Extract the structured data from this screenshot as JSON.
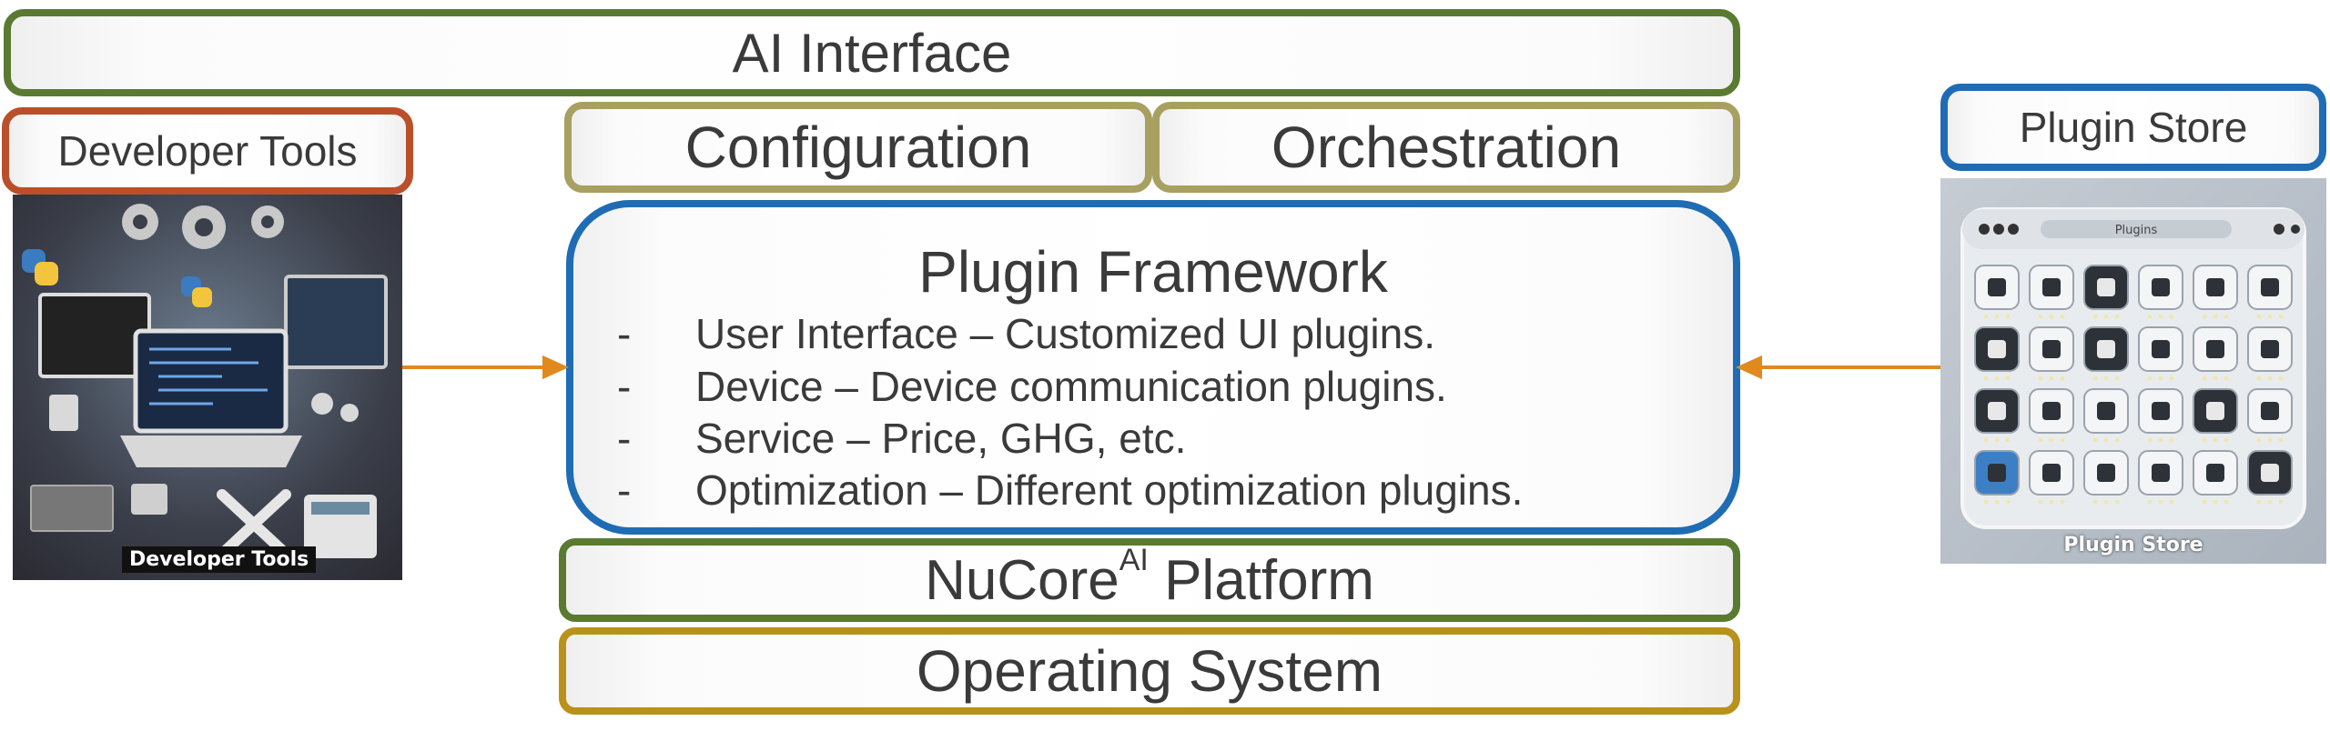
{
  "ai_interface": "AI Interface",
  "developer_tools": {
    "label": "Developer Tools",
    "image_caption": "Developer Tools"
  },
  "configuration": "Configuration",
  "orchestration": "Orchestration",
  "plugin_store": {
    "label": "Plugin Store",
    "image_caption": "Plugin Store",
    "window_title": "Plugins"
  },
  "plugin_framework": {
    "title": "Plugin Framework",
    "items": [
      {
        "dash": "-",
        "text": "User Interface – Customized UI plugins."
      },
      {
        "dash": "-",
        "text": "Device – Device communication plugins."
      },
      {
        "dash": "-",
        "text": "Service – Price, GHG, etc."
      },
      {
        "dash": "-",
        "text": "Optimization – Different optimization plugins."
      }
    ]
  },
  "platform": {
    "name": "NuCore",
    "superscript": "AI",
    "suffix": " Platform"
  },
  "operating_system": "Operating System",
  "colors": {
    "green": "#5a7a31",
    "olive": "#a8a060",
    "blue": "#1f6cb5",
    "rust": "#b9502a",
    "gold": "#b8921a",
    "arrow": "#e08a1e"
  }
}
